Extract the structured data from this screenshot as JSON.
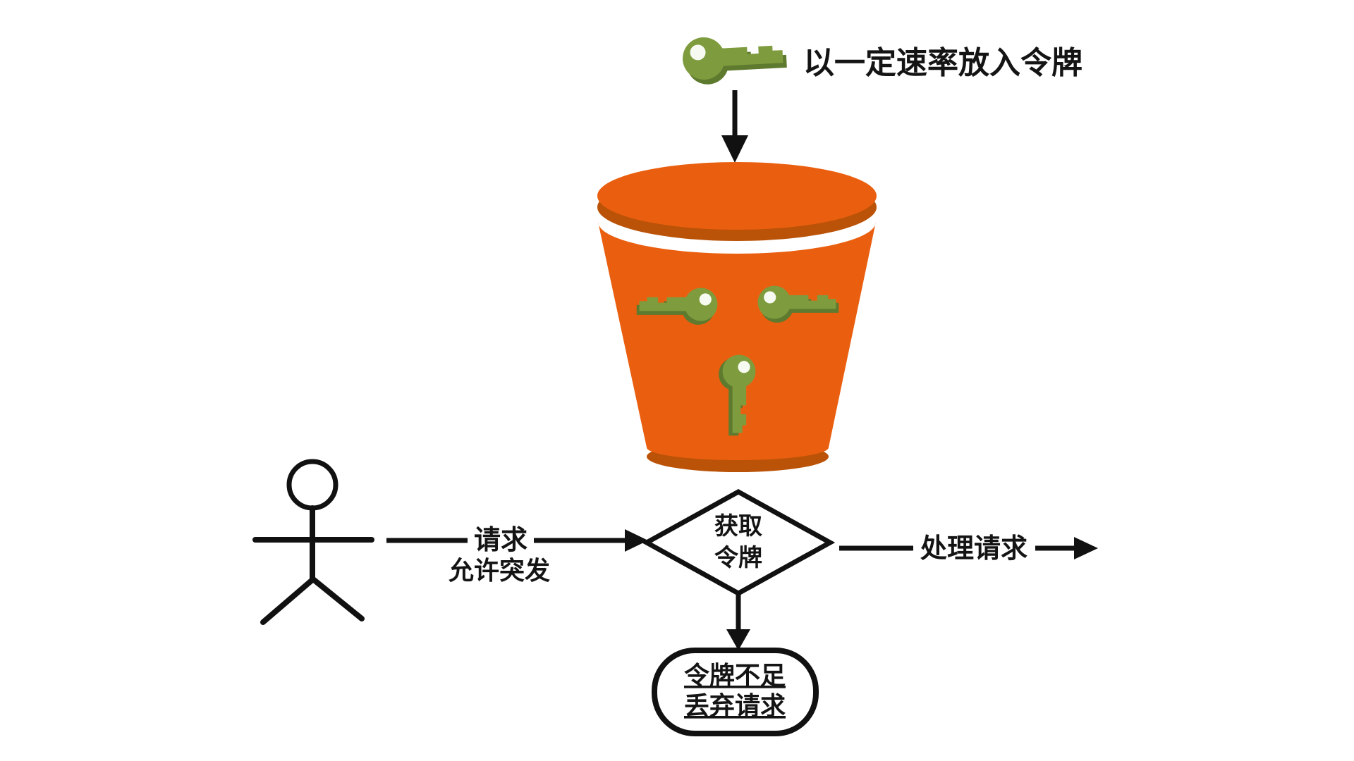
{
  "colors": {
    "bucket_orange": "#EA5F0F",
    "bucket_dark_orange": "#BA5307",
    "key_green": "#7E9C3E",
    "key_dark_green": "#5E7A2E",
    "line_black": "#111111"
  },
  "icons": {
    "token": "key-icon",
    "container": "bucket-icon",
    "client": "stick-figure-icon"
  },
  "labels": {
    "refill": "以一定速率放入令牌",
    "request_line1": "请求",
    "request_line2": "允许突发",
    "decision_line1": "获取",
    "decision_line2": "令牌",
    "process": "处理请求",
    "reject_line1": "令牌不足",
    "reject_line2": "丢弃请求"
  }
}
